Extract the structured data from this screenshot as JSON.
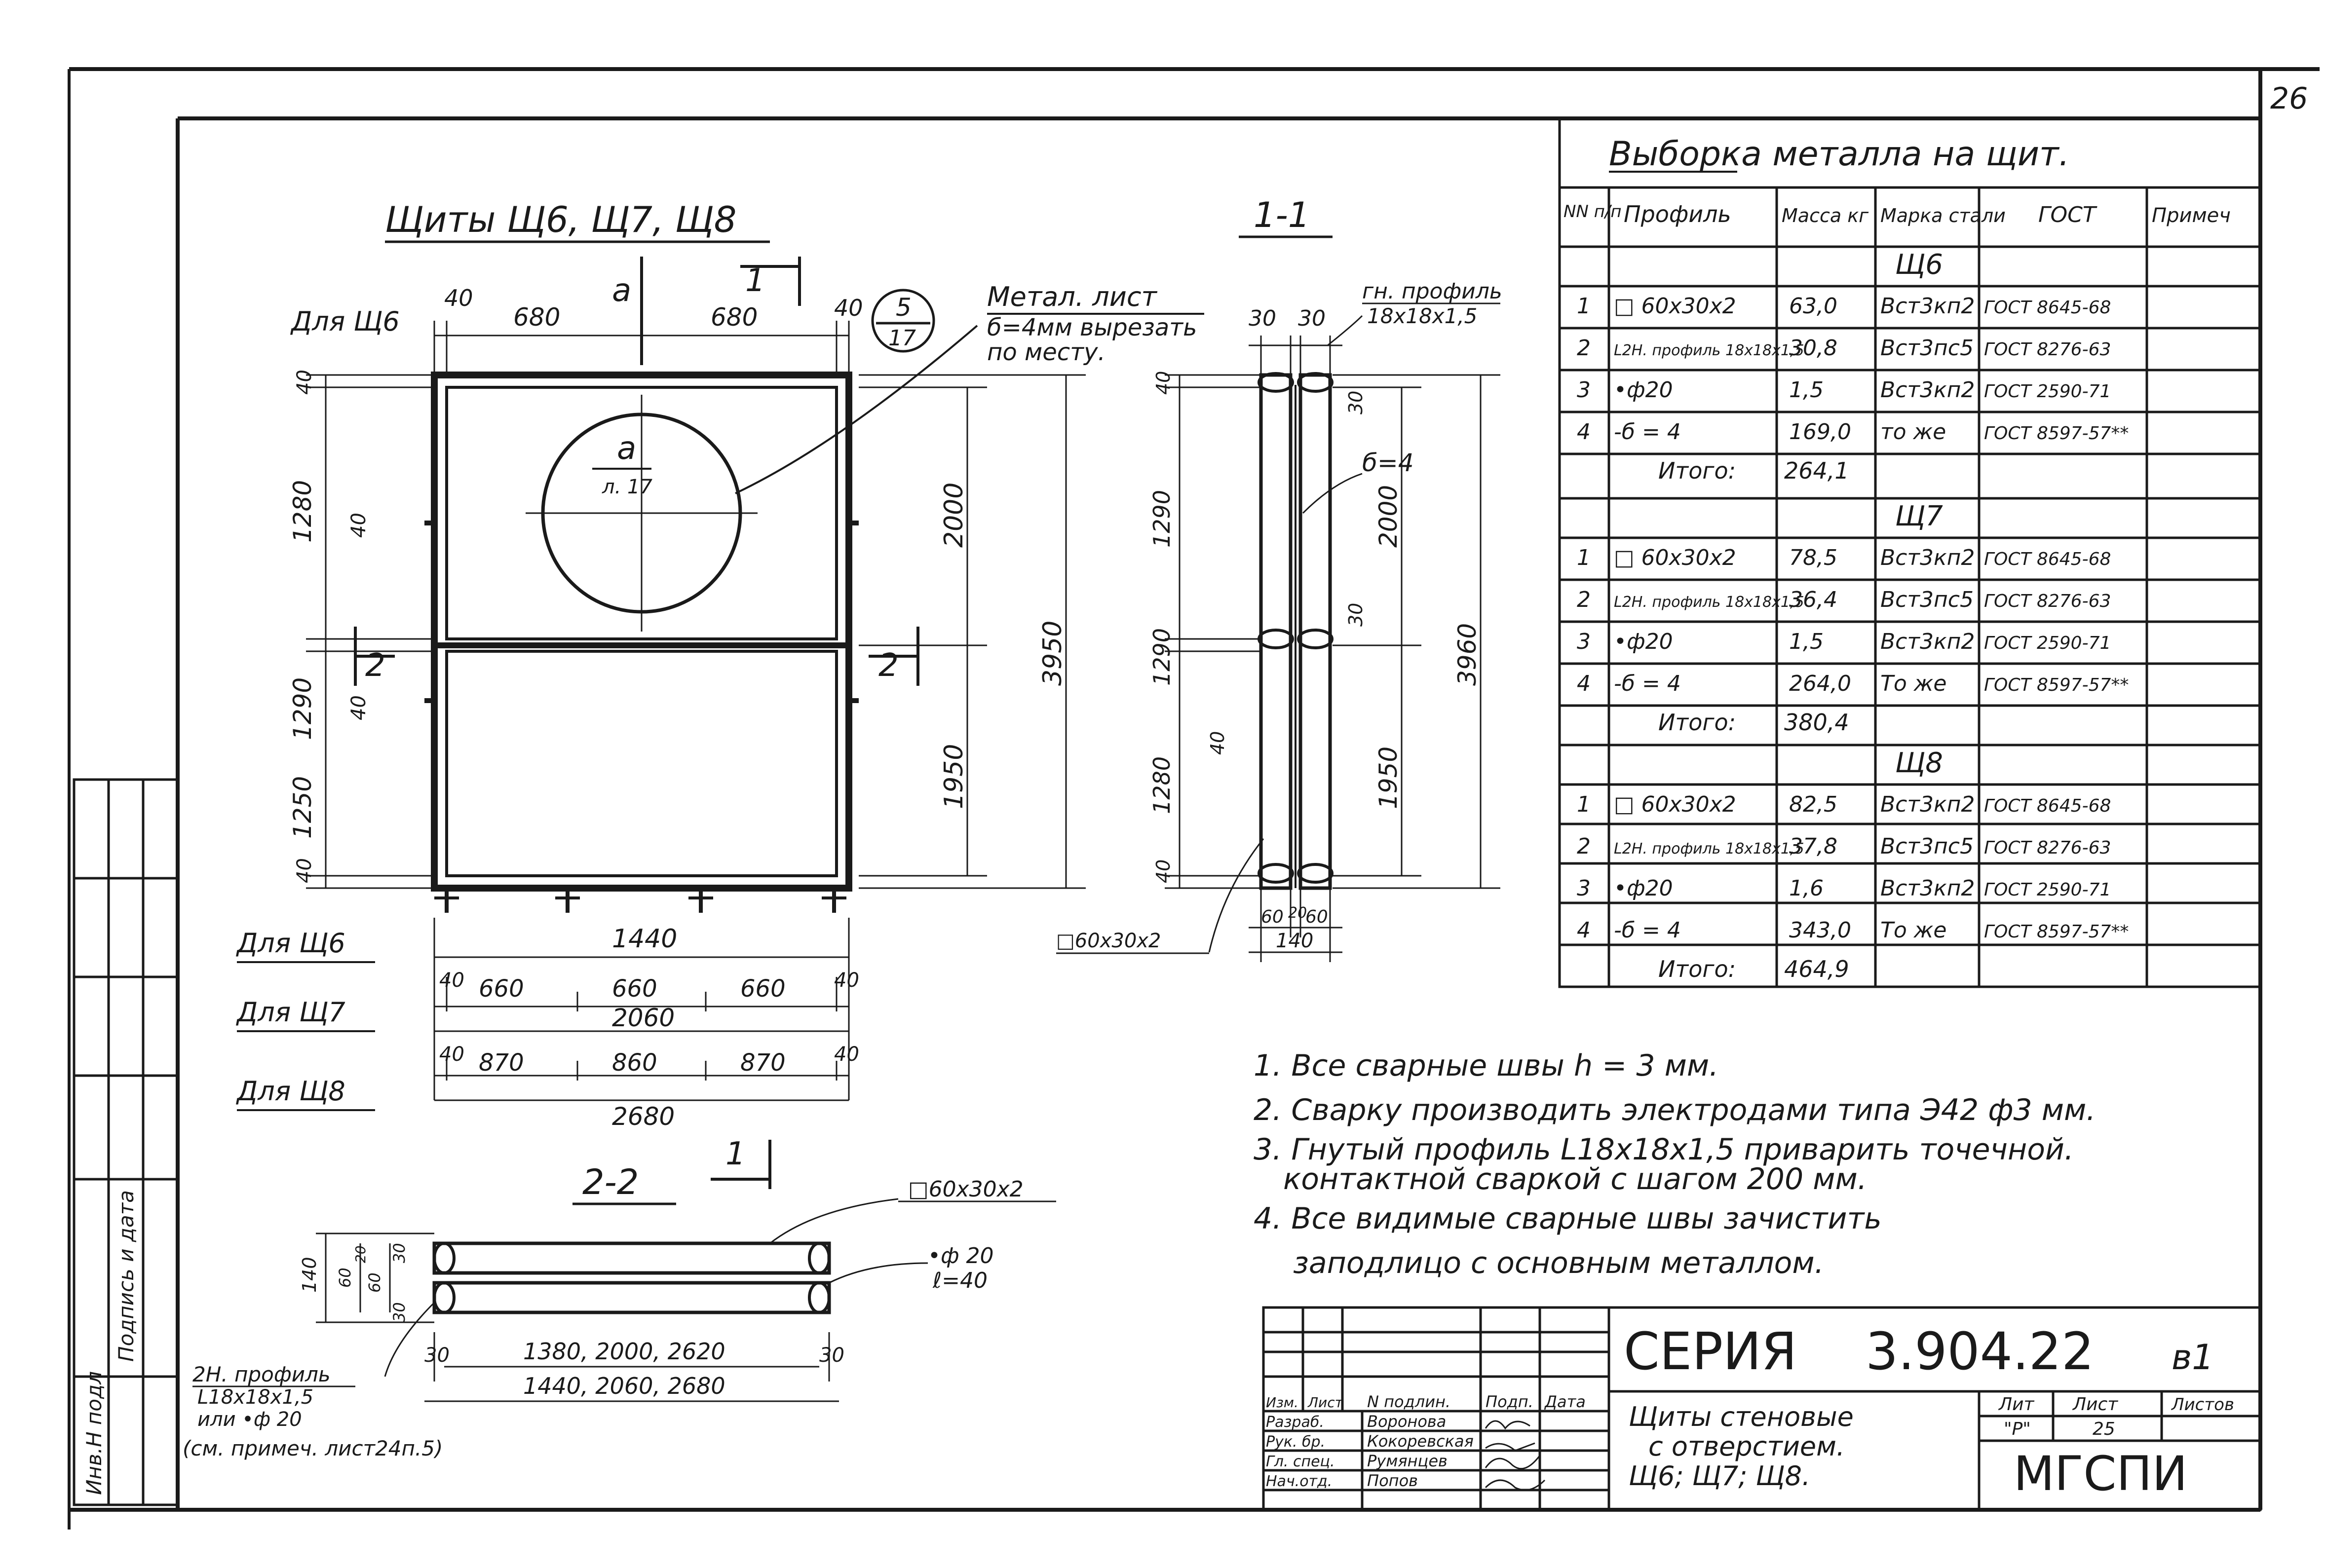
{
  "sheet_number": "26",
  "drawing_title": "Щиты Щ6, Щ7, Щ8",
  "section_1_1": "1-1",
  "section_2_2": "2-2",
  "section_mark_a": "а",
  "section_mark_1": "1",
  "section_mark_2": "2",
  "detail_ref": {
    "number": "5",
    "sheet": "17"
  },
  "detail_a": {
    "letter": "а",
    "sheet": "л. 17"
  },
  "labels": {
    "for_sh6_top": "Для Щ6",
    "for_sh6": "Для Щ6",
    "for_sh7": "Для Щ7",
    "for_sh8": "Для Щ8",
    "metal_sheet": "Метал. лист",
    "metal_sheet_2": "б=4мм вырезать",
    "metal_sheet_3": "по месту.",
    "bent_profile": "гн. профиль",
    "bent_profile_2": "18х18х1,5",
    "delta_4": "б=4",
    "tube_60": "□60х30х2",
    "tube_60_b": "□60х30х2",
    "phi20_label": "•ф 20",
    "l40_label": "ℓ=40",
    "bottom_profile_1": "2Н. профиль",
    "bottom_profile_2": "L18х18х1,5",
    "bottom_profile_3": "или •ф 20",
    "bottom_profile_4": "(см. примеч. лист24п.5)"
  },
  "dims_front": {
    "top_40a": "40",
    "top_680a": "680",
    "top_680b": "680",
    "top_40b": "40",
    "left_40a": "40",
    "left_1280": "1280",
    "left_40b": "40",
    "left_1290": "1290",
    "left_40c": "40",
    "left_1250": "1250",
    "left_40d": "40",
    "r_2000": "2000",
    "r_1950": "1950",
    "r_3950": "3950"
  },
  "dims_bottom": {
    "sh6_total": "1440",
    "sh7_40a": "40",
    "sh7_660a": "660",
    "sh7_660b": "660",
    "sh7_660c": "660",
    "sh7_40b": "40",
    "sh7_total": "2060",
    "sh8_40a": "40",
    "sh8_870a": "870",
    "sh8_860": "860",
    "sh8_870b": "870",
    "sh8_40b": "40",
    "sh8_total": "2680"
  },
  "dims_section11": {
    "t30a": "30",
    "t30b": "30",
    "l40a": "40",
    "l1290a": "1290",
    "l1290b": "1290",
    "l40b": "40",
    "l1280": "1280",
    "l40c": "40",
    "r30a": "30",
    "r30b": "30",
    "r2000": "2000",
    "r1950": "1950",
    "r3960": "3960",
    "b60a": "60",
    "b20": "20",
    "b60b": "60",
    "b140": "140"
  },
  "dims_section22": {
    "h140": "140",
    "h60": "60",
    "h20": "20",
    "h60b": "60",
    "h30a": "30",
    "h30b": "30",
    "w30a": "30",
    "w30b": "30",
    "lengths_inner": "1380, 2000, 2620",
    "lengths_outer": "1440, 2060, 2680"
  },
  "bom": {
    "title": "Выборка металла на щит.",
    "headers": [
      "NN п/п",
      "Профиль",
      "Масса кг",
      "Марка стали",
      "ГОСТ",
      "Примеч"
    ],
    "groups": [
      {
        "name": "Щ6",
        "rows": [
          [
            "1",
            "□ 60х30х2",
            "63,0",
            "Вст3кп2",
            "ГОСТ 8645-68"
          ],
          [
            "2",
            "L2Н. профиль 18х18х1,5",
            "30,8",
            "Вст3пс5",
            "ГОСТ 8276-63"
          ],
          [
            "3",
            "•ф20",
            "1,5",
            "Вст3кп2",
            "ГОСТ 2590-71"
          ],
          [
            "4",
            "-б = 4",
            "169,0",
            "то же",
            "ГОСТ 8597-57**"
          ]
        ],
        "total_label": "Итого:",
        "total": "264,1"
      },
      {
        "name": "Щ7",
        "rows": [
          [
            "1",
            "□ 60х30х2",
            "78,5",
            "Вст3кп2",
            "ГОСТ 8645-68"
          ],
          [
            "2",
            "L2Н. профиль 18х18х1,5",
            "36,4",
            "Вст3пс5",
            "ГОСТ 8276-63"
          ],
          [
            "3",
            "•ф20",
            "1,5",
            "Вст3кп2",
            "ГОСТ 2590-71"
          ],
          [
            "4",
            "-б = 4",
            "264,0",
            "То же",
            "ГОСТ 8597-57**"
          ]
        ],
        "total_label": "Итого:",
        "total": "380,4"
      },
      {
        "name": "Щ8",
        "rows": [
          [
            "1",
            "□ 60х30х2",
            "82,5",
            "Вст3кп2",
            "ГОСТ 8645-68"
          ],
          [
            "2",
            "L2Н. профиль 18х18х1,5",
            "37,8",
            "Вст3пс5",
            "ГОСТ 8276-63"
          ],
          [
            "3",
            "•ф20",
            "1,6",
            "Вст3кп2",
            "ГОСТ 2590-71"
          ],
          [
            "4",
            "-б = 4",
            "343,0",
            "То же",
            "ГОСТ 8597-57**"
          ]
        ],
        "total_label": "Итого:",
        "total": "464,9"
      }
    ]
  },
  "notes": [
    "1. Все сварные швы h = 3 мм.",
    "2. Сварку производить электродами типа Э42 ф3 мм.",
    "3. Гнутый профиль L18х18х1,5 приварить точечной.",
    "контактной сваркой с шагом 200 мм.",
    "4. Все видимые сварные швы зачистить",
    "заподлицо с основным металлом."
  ],
  "left_strip": {
    "inv_no": "Инв.Н подл",
    "sign_date": "Подпись и дата"
  },
  "title_block": {
    "series_label": "СЕРИЯ",
    "series_number": "3.904.22",
    "issue": "в1",
    "col_headers": [
      "Изм.",
      "Лист",
      "N подлин.",
      "Подп.",
      "Дата"
    ],
    "roles": [
      {
        "role": "Разраб.",
        "name": "Воронова"
      },
      {
        "role": "Рук. бр.",
        "name": "Кокоревская"
      },
      {
        "role": "Гл. спец.",
        "name": "Румянцев"
      },
      {
        "role": "Нач.отд.",
        "name": "Попов"
      }
    ],
    "description_1": "Щиты стеновые",
    "description_2": "с отверстием.",
    "description_3": "Щ6; Щ7; Щ8.",
    "lit_label": "Лит",
    "sheet_label": "Лист",
    "sheets_label": "Листов",
    "lit_value": "\"Р\"",
    "sheet_value": "25",
    "org": "МГСПИ"
  }
}
